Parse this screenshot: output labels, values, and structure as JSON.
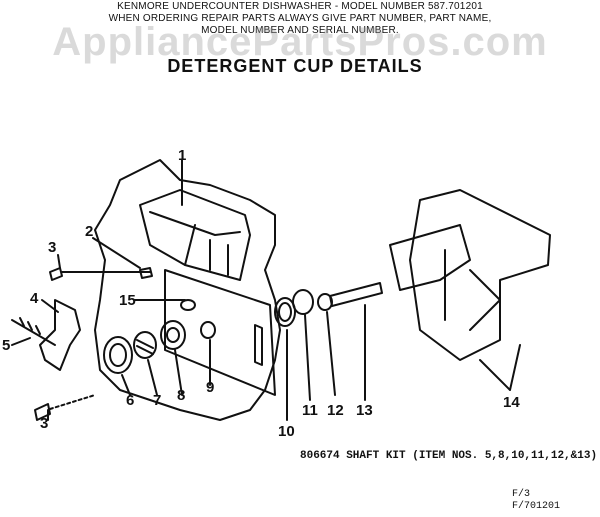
{
  "header": {
    "line1": "KENMORE UNDERCOUNTER DISHWASHER - MODEL NUMBER 587.701201",
    "line2": "WHEN ORDERING REPAIR PARTS ALWAYS GIVE PART NUMBER, PART NAME,",
    "line3": "MODEL NUMBER AND SERIAL NUMBER."
  },
  "watermark": "AppliancePartsPros.com",
  "title": "DETERGENT CUP DETAILS",
  "callouts": [
    "1",
    "2",
    "3",
    "3",
    "4",
    "5",
    "6",
    "7",
    "8",
    "9",
    "10",
    "11",
    "12",
    "13",
    "14",
    "15"
  ],
  "shaft_note": "806674 SHAFT KIT (ITEM NOS. 5,8,10,11,12,&13)",
  "footer": {
    "line1": "F/3",
    "line2": "F/701201"
  }
}
